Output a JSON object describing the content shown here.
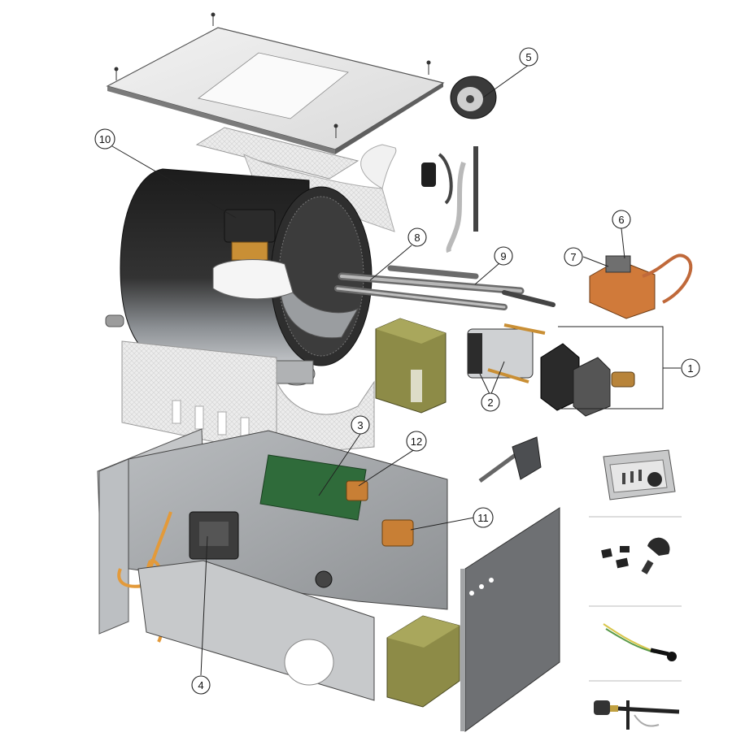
{
  "diagram": {
    "callouts": [
      {
        "id": "callout-1",
        "label": "1"
      },
      {
        "id": "callout-2",
        "label": "2"
      },
      {
        "id": "callout-3",
        "label": "3"
      },
      {
        "id": "callout-4",
        "label": "4"
      },
      {
        "id": "callout-5",
        "label": "5"
      },
      {
        "id": "callout-6",
        "label": "6"
      },
      {
        "id": "callout-7",
        "label": "7"
      },
      {
        "id": "callout-8",
        "label": "8"
      },
      {
        "id": "callout-9",
        "label": "9"
      },
      {
        "id": "callout-10",
        "label": "10"
      },
      {
        "id": "callout-11",
        "label": "11"
      },
      {
        "id": "callout-12",
        "label": "12"
      }
    ]
  },
  "colors": {
    "drum_dark": "#2a2a2a",
    "drum_light": "#8c8f93",
    "insulation": "#e9e9e9",
    "foam": "#8c8a45",
    "brass": "#c8863a",
    "copper": "#d07a3a",
    "pcb": "#2f6b3a",
    "panel_gray": "#9ea1a4",
    "panel_dark": "#5a5c5f"
  }
}
